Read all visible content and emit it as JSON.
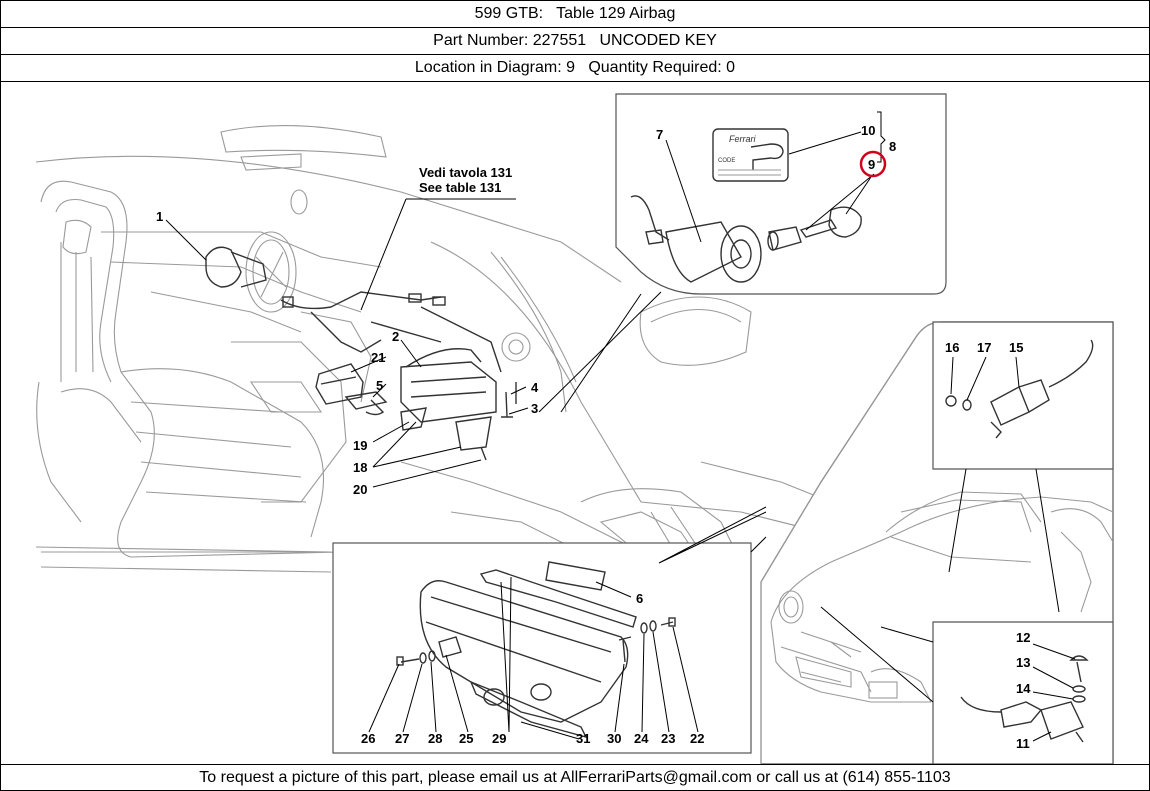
{
  "header": {
    "title": "599 GTB:   Table 129 Airbag",
    "part_number": "Part Number: 227551   UNCODED KEY",
    "location": "Location in Diagram: 9   Quantity Required: 0"
  },
  "diagram": {
    "reference_lines": [
      "Vedi tavola 131",
      "See table 131"
    ],
    "callouts": [
      "1",
      "2",
      "3",
      "4",
      "5",
      "6",
      "7",
      "8",
      "9",
      "10",
      "11",
      "12",
      "13",
      "14",
      "15",
      "16",
      "17",
      "18",
      "19",
      "20",
      "21",
      "22",
      "23",
      "24",
      "25",
      "26",
      "27",
      "28",
      "29",
      "30",
      "31"
    ],
    "highlighted_callout": "9",
    "highlight_color": "#d0021b",
    "logo_text": "Ferrari",
    "card_text": "CODE"
  },
  "footer": {
    "text": "To request a picture of this part, please email us at AllFerrariParts@gmail.com or call us at (614) 855-1103"
  }
}
